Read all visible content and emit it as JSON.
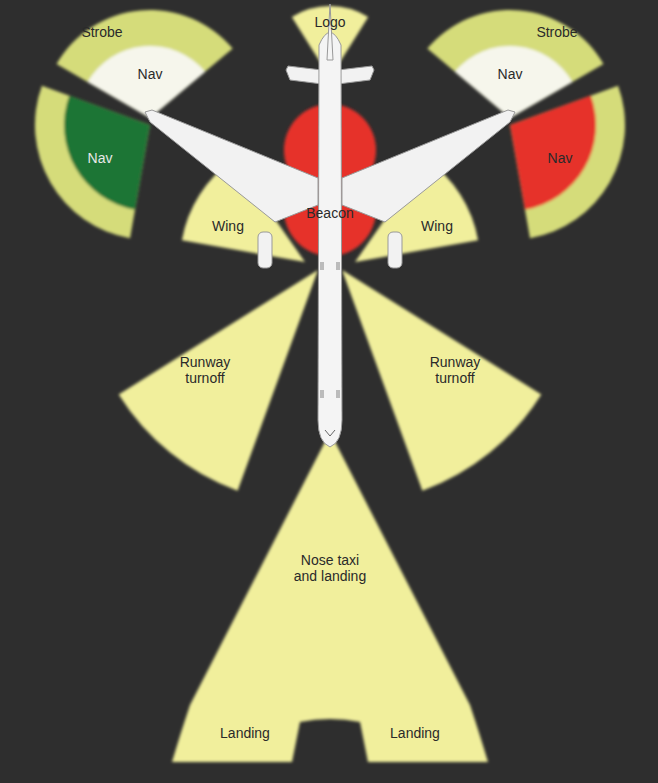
{
  "diagram": {
    "labels": [
      "Strobe",
      "Nav",
      "Strobe",
      "Nav",
      "Logo",
      "Nav",
      "Nav",
      "Beacon",
      "Wing",
      "Wing",
      "Runway turnoff",
      "Runway turnoff",
      "Nose taxi and landing",
      "Landing",
      "Landing"
    ]
  }
}
